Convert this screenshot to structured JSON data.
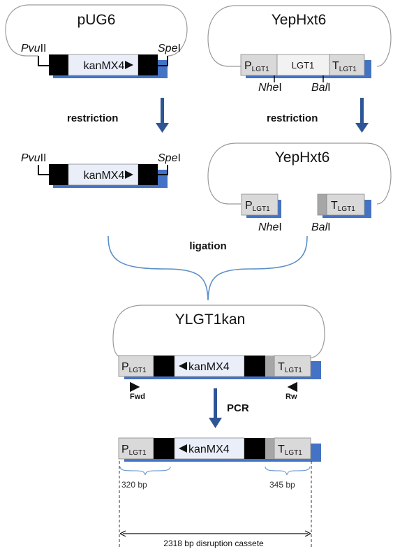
{
  "plasmids": {
    "pug6": "pUG6",
    "yephxt6_top": "YepHxt6",
    "yephxt6_cut": "YepHxt6",
    "ylgt1kan": "YLGT1kan"
  },
  "genes": {
    "kanmx4": "kanMX4",
    "lgt1": "LGT1",
    "p_main": "P",
    "t_main": "T",
    "lgt1_sub": "LGT1"
  },
  "sites": {
    "pvu_italic": "Pvu",
    "pvu_roman": "II",
    "spe_italic": "Spe",
    "spe_roman": "I",
    "nhe_italic": "Nhe",
    "nhe_roman": "I",
    "bal_italic": "Bal",
    "bal_roman": "I"
  },
  "steps": {
    "restriction_left": "restriction",
    "restriction_right": "restriction",
    "ligation": "ligation",
    "pcr": "PCR"
  },
  "primers": {
    "fwd": "Fwd",
    "rw": "Rw"
  },
  "sizes": {
    "left_flank": "320 bp",
    "right_flank": "345 bp",
    "cassette": "2318 bp disruption cassete"
  },
  "colors": {
    "blue_strand": "#4472c4",
    "arrow_blue": "#2e5596",
    "kan_fill": "#e9eef9",
    "flank_fill": "#d9d9d9",
    "black_box": "#000000"
  }
}
